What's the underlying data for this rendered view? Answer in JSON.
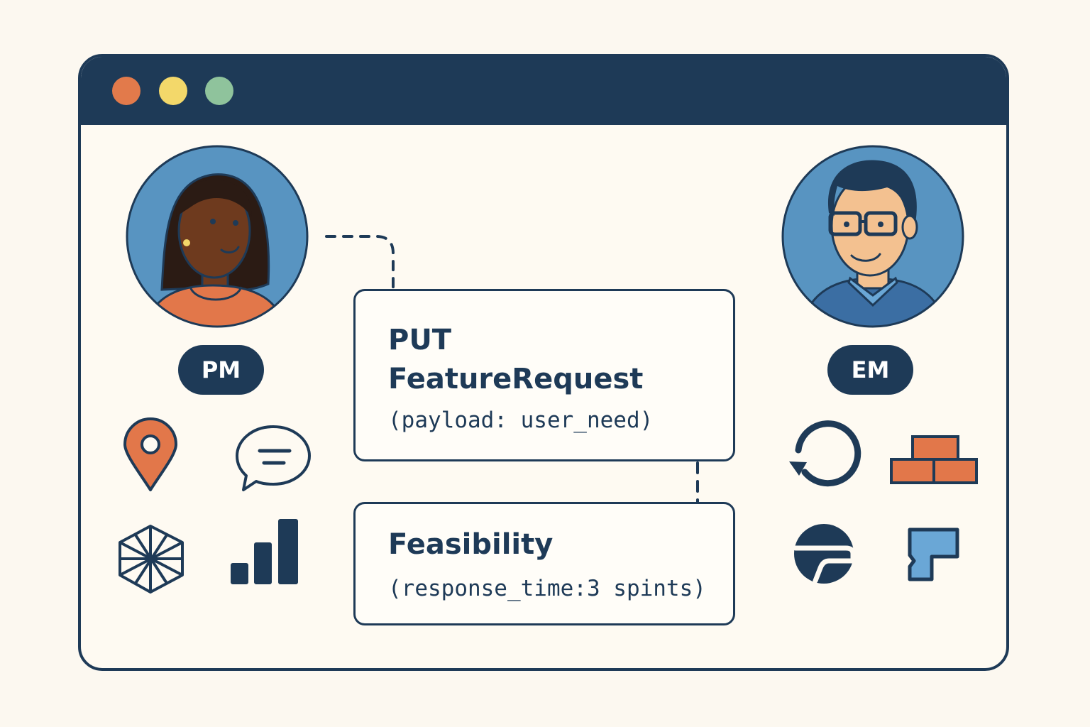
{
  "window": {
    "controls": [
      {
        "name": "close",
        "color": "#e27a4b"
      },
      {
        "name": "minimize",
        "color": "#f3d86a"
      },
      {
        "name": "maximize",
        "color": "#8fc39c"
      }
    ]
  },
  "colors": {
    "navy": "#1e3a57",
    "avatar_blue": "#5894c1",
    "orange": "#e2774a",
    "light_blue": "#6aa7d6",
    "background": "#fcf8f0"
  },
  "pm": {
    "label": "PM",
    "icons": [
      "location-pin-icon",
      "chat-bubble-icon",
      "cube-wireframe-icon",
      "bar-chart-icon"
    ]
  },
  "em": {
    "label": "EM",
    "icons": [
      "refresh-icon",
      "bricks-icon",
      "half-circle-icon",
      "puzzle-block-icon"
    ]
  },
  "request": {
    "method": "PUT",
    "name": "FeatureRequest",
    "params": "(payload: user_need)"
  },
  "response": {
    "title": "Feasibility",
    "params": "(response_time:3 spints)"
  }
}
